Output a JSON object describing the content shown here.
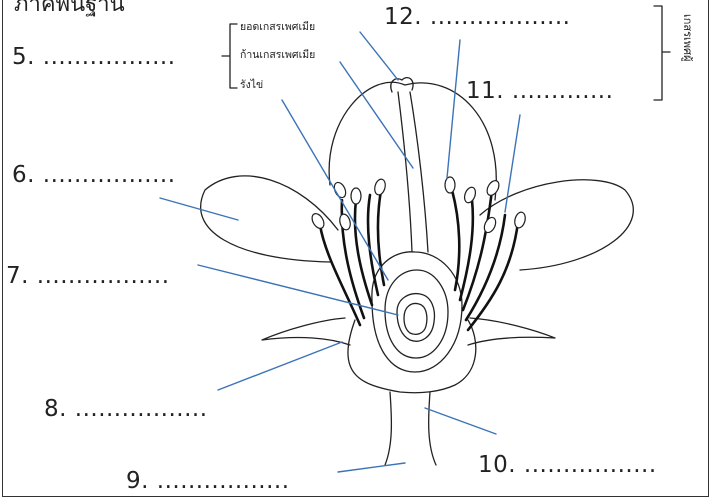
{
  "title_fragment": "ภาคพื้นฐาน",
  "labels": {
    "l5": "5. .................",
    "l6": "6. .................",
    "l7": "7. .................",
    "l8": "8. .................",
    "l9": "9. .................",
    "l10": "10. .................",
    "l11": "11. .............",
    "l12": "12. .................."
  },
  "pistil_parts": [
    "ยอดเกสรเพศเมีย",
    "ก้านเกสรเพศเมีย",
    "รังไข่"
  ],
  "stamen_group": "เกสรเพศผู้",
  "colors": {
    "line": "#222222",
    "pointer": "#3b73b9"
  }
}
